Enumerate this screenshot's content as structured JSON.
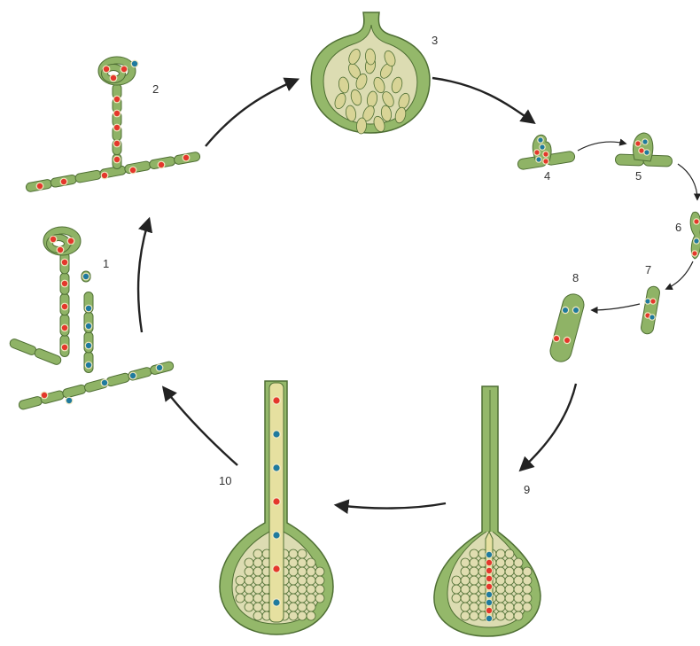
{
  "diagram": {
    "stage_labels": [
      "1",
      "2",
      "3",
      "4",
      "5",
      "6",
      "7",
      "8",
      "9",
      "10"
    ]
  },
  "colors": {
    "hypha_fill": "#8fb366",
    "hypha_dark": "#6e9448",
    "hypha_outline": "#4f6f34",
    "wall_fill": "#94b86a",
    "inner_fill": "#dcdcb2",
    "ascus_fill": "#e6e0a0",
    "spore_fill": "#d8d496",
    "nucleus_red": "#e4372c",
    "nucleus_blue": "#1f7a9e",
    "nucleus_ring": "#f0e8c0",
    "arrow": "#222222"
  },
  "icons": {
    "arrow": "curved-arrow-icon",
    "nucleus": "nucleus-icon"
  }
}
